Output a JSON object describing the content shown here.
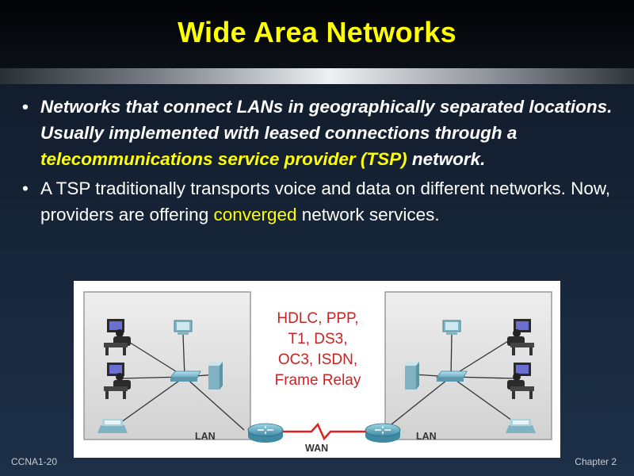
{
  "slide": {
    "title": "Wide Area Networks",
    "bullets": [
      {
        "text_part1": "Networks that connect LANs in geographically separated locations.  Usually implemented with leased connections through a ",
        "highlight": "telecommunications service provider (TSP)",
        "text_part2": " network."
      },
      {
        "text_part1": "A TSP traditionally transports voice and data on different networks.  Now, providers are offering ",
        "highlight": "converged",
        "text_part2": " network services."
      }
    ],
    "footer_left": "CCNA1-20",
    "footer_right": "Chapter 2"
  },
  "diagram": {
    "protocols": [
      "HDLC, PPP,",
      "T1, DS3,",
      "OC3, ISDN,",
      "Frame Relay"
    ],
    "left_lan_label": "LAN",
    "right_lan_label": "LAN",
    "wan_label": "WAN"
  },
  "colors": {
    "title": "#ffff00",
    "highlight": "#ffff00",
    "body_text": "#ffffff",
    "protocol_text": "#cc2222",
    "wan_link": "#e02020"
  }
}
